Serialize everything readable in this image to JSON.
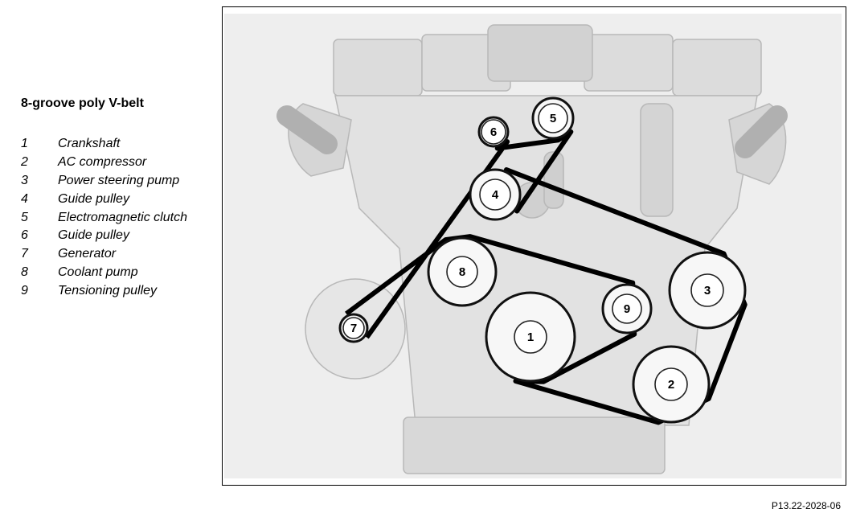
{
  "legend": {
    "title": "8-groove poly V-belt",
    "items": [
      {
        "number": "1",
        "label": "Crankshaft"
      },
      {
        "number": "2",
        "label": "AC compressor"
      },
      {
        "number": "3",
        "label": "Power steering pump"
      },
      {
        "number": "4",
        "label": "Guide pulley"
      },
      {
        "number": "5",
        "label": "Electromagnetic clutch"
      },
      {
        "number": "6",
        "label": "Guide pulley"
      },
      {
        "number": "7",
        "label": "Generator"
      },
      {
        "number": "8",
        "label": "Coolant pump"
      },
      {
        "number": "9",
        "label": "Tensioning pulley"
      }
    ]
  },
  "figure_id": "P13.22-2028-06",
  "pulleys": [
    {
      "number": "1"
    },
    {
      "number": "2"
    },
    {
      "number": "3"
    },
    {
      "number": "4"
    },
    {
      "number": "5"
    },
    {
      "number": "6"
    },
    {
      "number": "7"
    },
    {
      "number": "8"
    },
    {
      "number": "9"
    }
  ]
}
